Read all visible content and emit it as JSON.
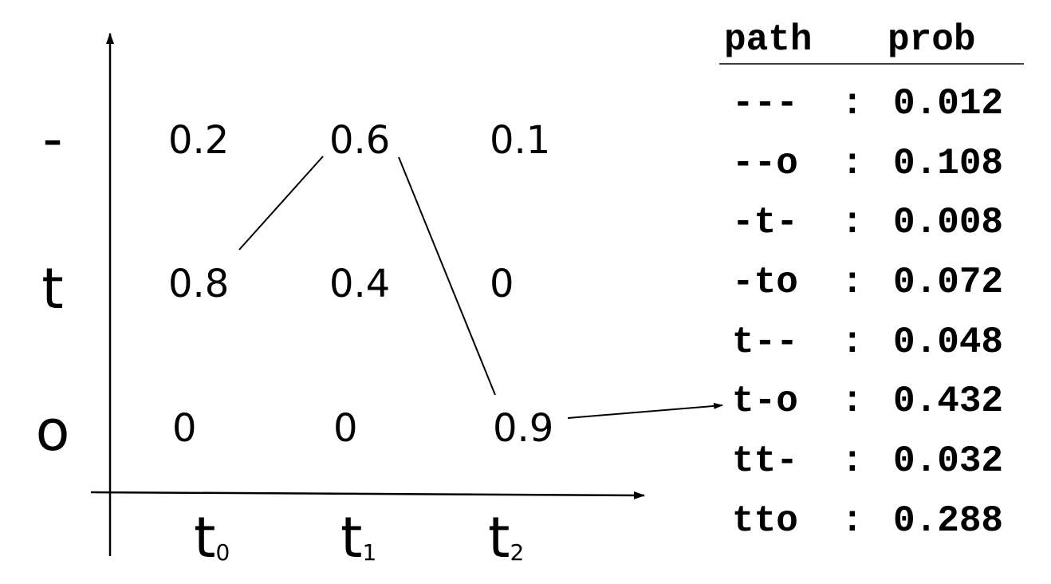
{
  "grid": {
    "row_labels": [
      "-",
      "t",
      "o"
    ],
    "columns": [
      {
        "label": "t",
        "subscript": "0"
      },
      {
        "label": "t",
        "subscript": "1"
      },
      {
        "label": "t",
        "subscript": "2"
      }
    ],
    "cells": [
      [
        "0.2",
        "0.6",
        "0.1"
      ],
      [
        "0.8",
        "0.4",
        "0"
      ],
      [
        "0",
        "0",
        "0.9"
      ]
    ]
  },
  "path_highlight": {
    "cells": [
      [
        1,
        0
      ],
      [
        0,
        1
      ],
      [
        2,
        2
      ]
    ],
    "points_to_row": "t-o"
  },
  "table": {
    "header_path": "path",
    "header_prob": "prob",
    "separator": ":",
    "rows": [
      {
        "path": "---",
        "prob": "0.012"
      },
      {
        "path": "--o",
        "prob": "0.108"
      },
      {
        "path": "-t-",
        "prob": "0.008"
      },
      {
        "path": "-to",
        "prob": "0.072"
      },
      {
        "path": "t--",
        "prob": "0.048"
      },
      {
        "path": "t-o",
        "prob": "0.432"
      },
      {
        "path": "tt-",
        "prob": "0.032"
      },
      {
        "path": "tto",
        "prob": "0.288"
      }
    ]
  }
}
